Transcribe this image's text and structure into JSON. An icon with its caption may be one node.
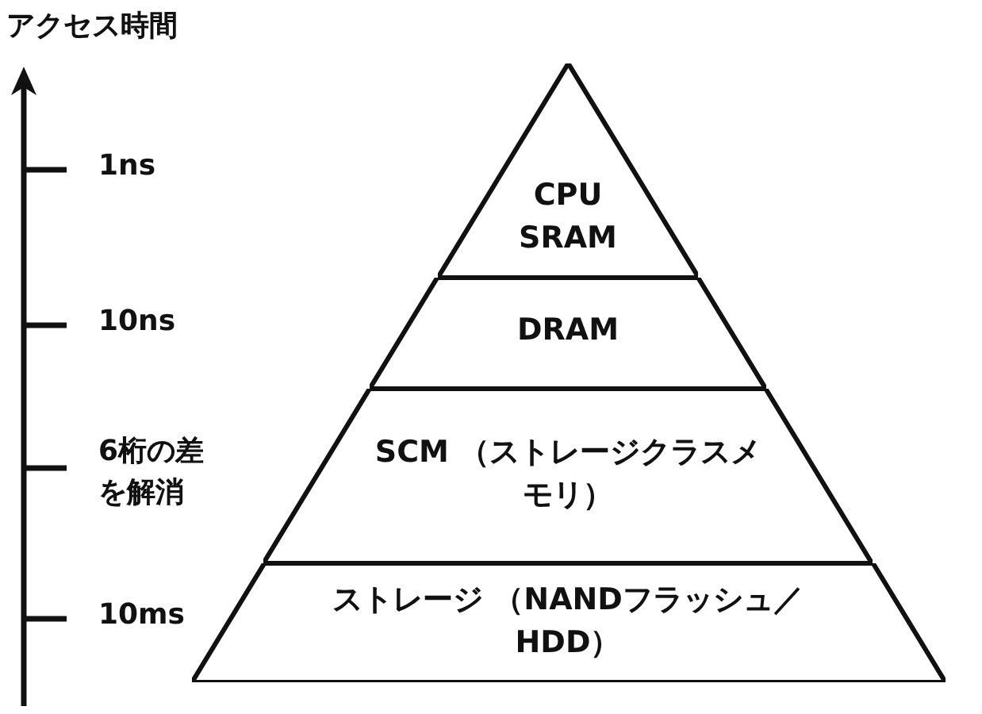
{
  "diagram": {
    "nodes": [
      {
        "text": [
          "CPU SRAM"
        ]
      },
      {
        "text": [
          "DRAM"
        ]
      },
      {
        "text": [
          "SCM （ストレージクラスメモリ）"
        ]
      },
      {
        "text": [
          "ストレージ （NANDフラッシュ／HDD）"
        ]
      }
    ],
    "labels": [
      "アクセス時間",
      "1ns",
      "10ns",
      "6桁の差を解消",
      "10ms"
    ]
  }
}
